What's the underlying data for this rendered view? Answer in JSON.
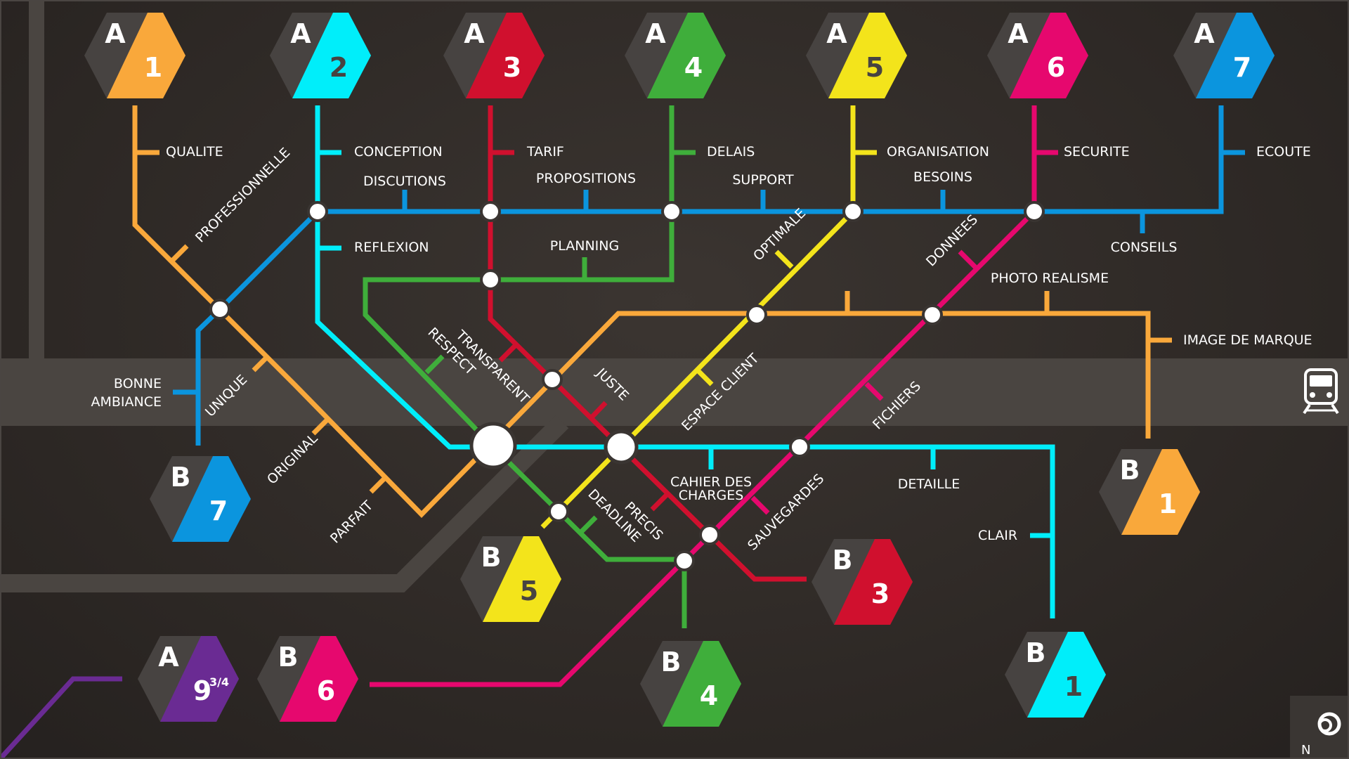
{
  "colors": {
    "line1": "#f9a83b",
    "line2": "#00eefa",
    "line3": "#d0102e",
    "line4": "#3fae3b",
    "line5": "#f3e41b",
    "line6": "#e6086e",
    "line7": "#0b95de",
    "line9": "#6a2b93",
    "hexDark": "#474341",
    "road": "#49443f"
  },
  "stations": {
    "A": "A",
    "B": "B",
    "n1": "1",
    "n2": "2",
    "n3": "3",
    "n4": "4",
    "n5": "5",
    "n6": "6",
    "n7": "7",
    "n9": "9",
    "n9sup": "3/4"
  },
  "labels": {
    "qualite": "QUALITE",
    "professionnelle": "PROFESSIONNELLE",
    "unique": "UNIQUE",
    "original": "ORIGINAL",
    "parfait": "PARFAIT",
    "bonne": "BONNE",
    "ambiance": "AMBIANCE",
    "conception": "CONCEPTION",
    "discutions": "DISCUTIONS",
    "reflexion": "REFLEXION",
    "tarif": "TARIF",
    "propositions": "PROPOSITIONS",
    "planning": "PLANNING",
    "delais": "DELAIS",
    "support": "SUPPORT",
    "organisation": "ORGANISATION",
    "besoins": "BESOINS",
    "securite": "SECURITE",
    "ecoute": "ECOUTE",
    "conseils": "CONSEILS",
    "optimale": "OPTIMALE",
    "donnees": "DONNEES",
    "photo": "PHOTO REALISME",
    "image": "IMAGE DE MARQUE",
    "respect": "RESPECT",
    "transparent": "TRANSPARENT",
    "juste": "JUSTE",
    "espace": "ESPACE CLIENT",
    "fichiers": "FICHIERS",
    "cahier1": "CAHIER DES",
    "cahier2": "CHARGES",
    "detaille": "DETAILLE",
    "clair": "CLAIR",
    "deadline": "DEADLINE",
    "precis": "PRECIS",
    "sauvegardes": "SAUVEGARDES"
  },
  "compass": {
    "north": "N"
  }
}
